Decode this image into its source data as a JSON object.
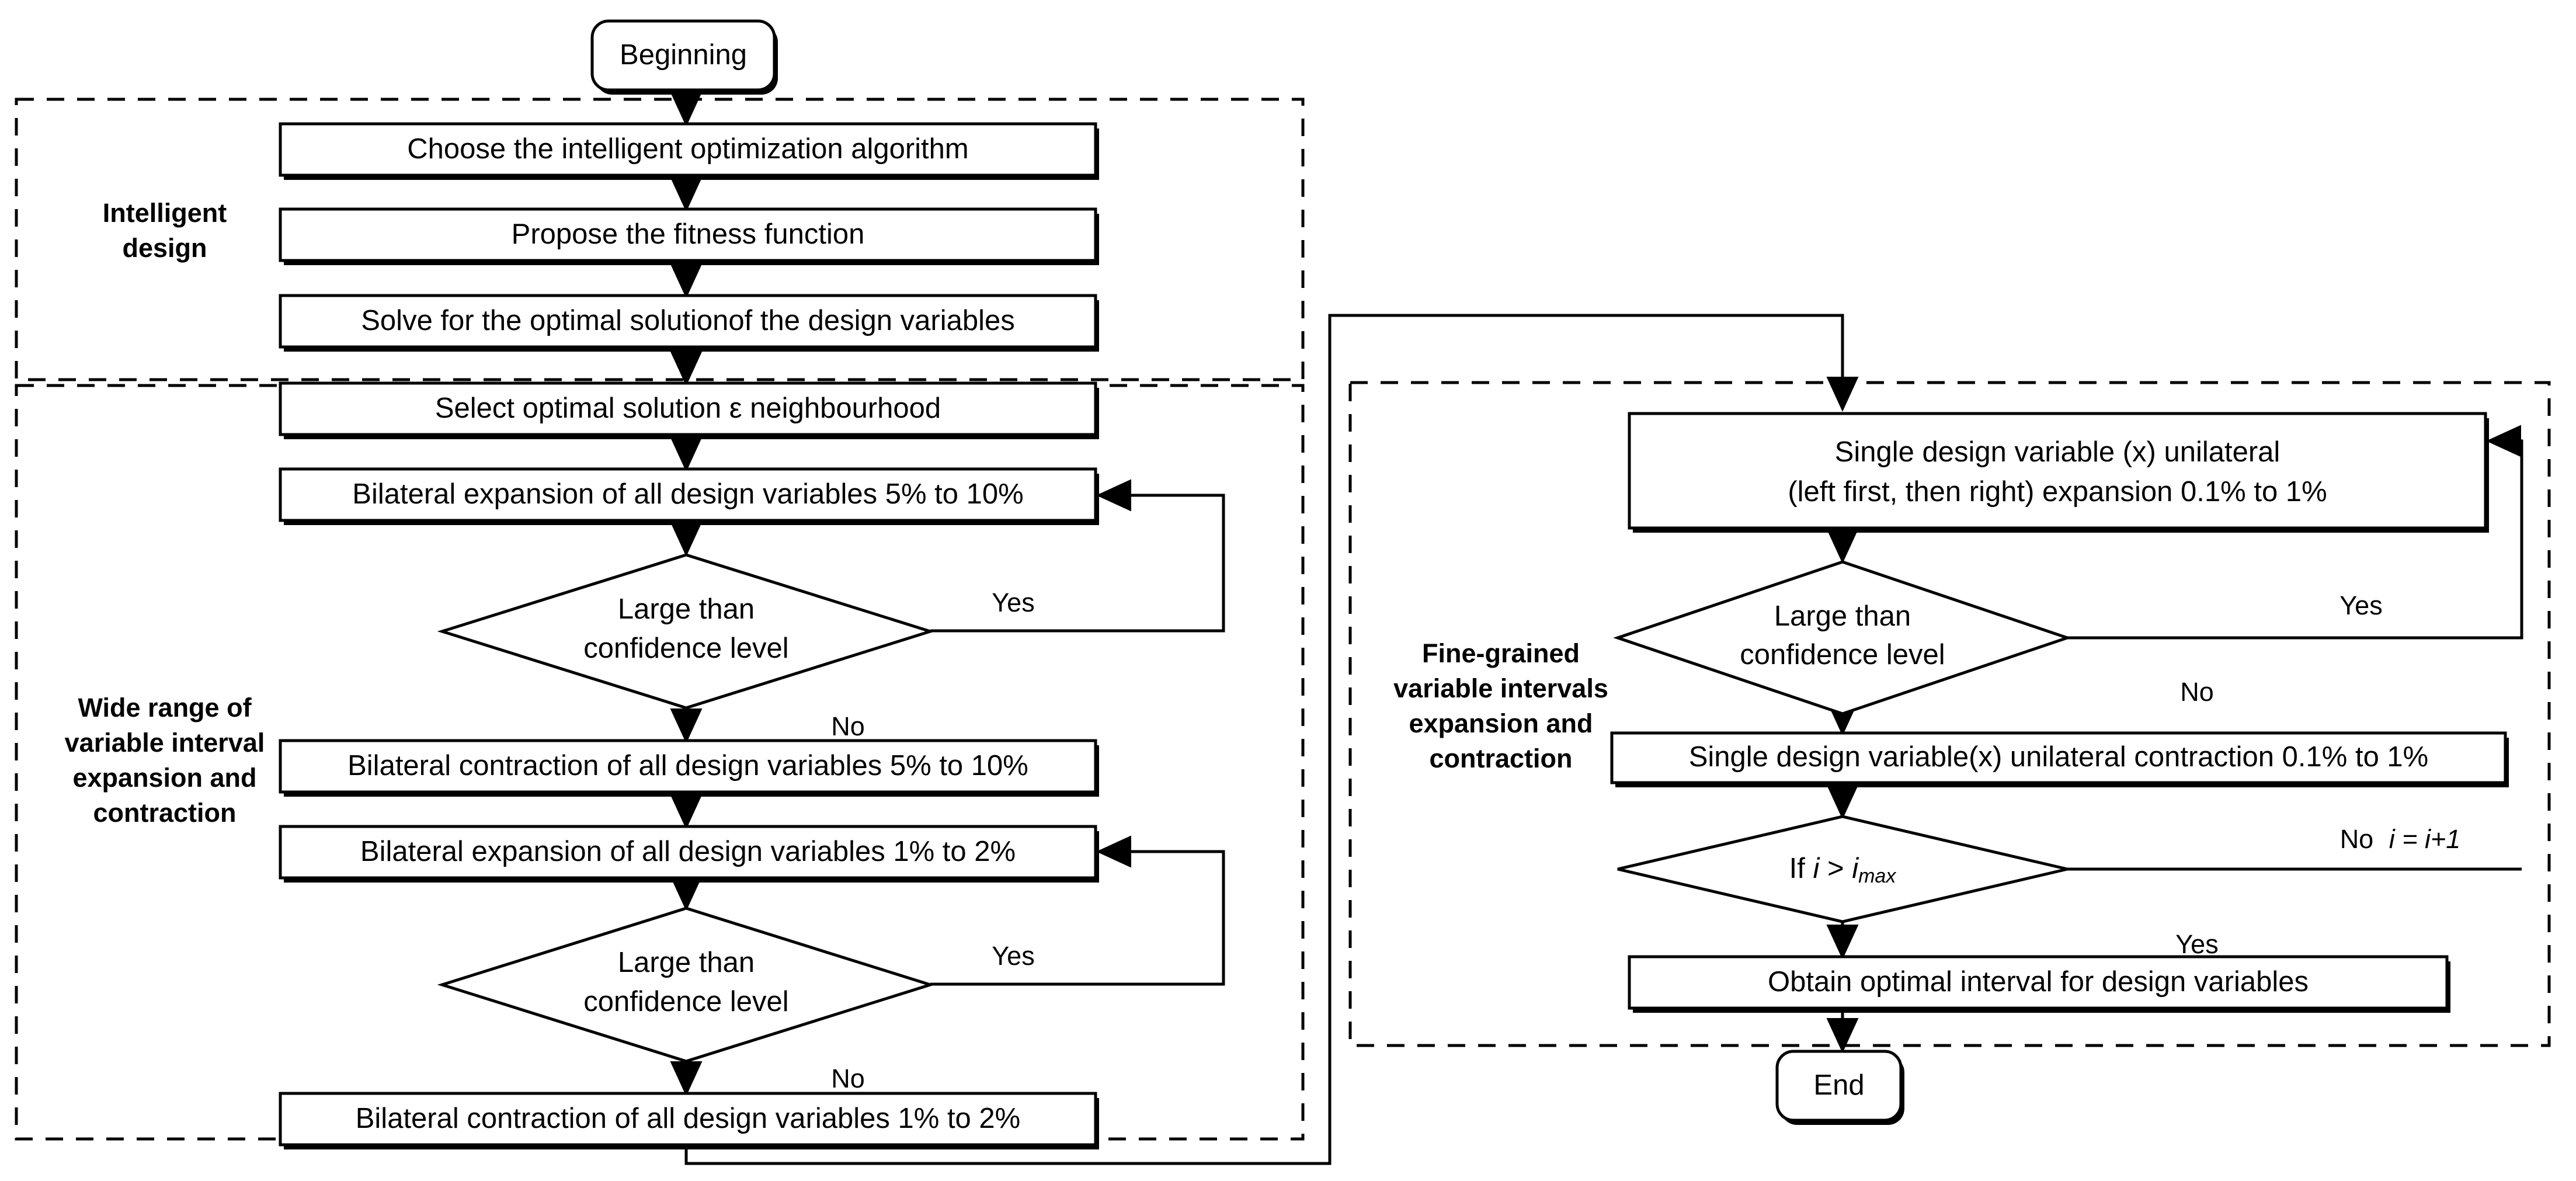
{
  "diagram": {
    "title_present": false,
    "colors": {
      "stroke": "#000000",
      "fill": "#ffffff",
      "background": "#ffffff"
    },
    "groups": [
      {
        "id": "intelligent-design",
        "label": "Intelligent\ndesign",
        "label_lines": [
          "Intelligent",
          "design"
        ]
      },
      {
        "id": "wide-range",
        "label_lines": [
          "Wide range of",
          "variable interval",
          "expansion and",
          "contraction"
        ]
      },
      {
        "id": "fine-grained",
        "label_lines": [
          "Fine-grained",
          "variable intervals",
          "expansion and",
          "contraction"
        ]
      }
    ],
    "nodes": {
      "beginning": {
        "type": "terminator",
        "label": "Beginning"
      },
      "choose_algorithm": {
        "type": "process",
        "label": "Choose the intelligent optimization algorithm"
      },
      "propose_fitness": {
        "type": "process",
        "label": "Propose the fitness function"
      },
      "solve_optimal": {
        "type": "process",
        "label": "Solve for the optimal solutionof the design variables"
      },
      "select_neighbourhood": {
        "type": "process",
        "label": "Select optimal solution ε neighbourhood"
      },
      "bilateral_expansion_5_10": {
        "type": "process",
        "label": "Bilateral expansion of all design variables 5% to 10%"
      },
      "decision_conf_1": {
        "type": "decision",
        "label_lines": [
          "Large than",
          "confidence level"
        ]
      },
      "bilateral_contraction_5_10": {
        "type": "process",
        "label": "Bilateral contraction of all design variables 5% to 10%"
      },
      "bilateral_expansion_1_2": {
        "type": "process",
        "label": "Bilateral expansion of all design variables 1% to 2%"
      },
      "decision_conf_2": {
        "type": "decision",
        "label_lines": [
          "Large than",
          "confidence level"
        ]
      },
      "bilateral_contraction_1_2": {
        "type": "process",
        "label": "Bilateral contraction of all design variables 1% to 2%"
      },
      "single_expansion": {
        "type": "process",
        "label_lines": [
          "Single design variable (x) unilateral",
          "(left first, then right) expansion 0.1% to 1%"
        ]
      },
      "decision_conf_3": {
        "type": "decision",
        "label_lines": [
          "Large than",
          "confidence level"
        ]
      },
      "single_contraction": {
        "type": "process",
        "label": "Single design variable(x) unilateral contraction 0.1% to 1%"
      },
      "decision_imax": {
        "type": "decision",
        "label": "If i > imax",
        "label_parts": {
          "prefix": "If ",
          "var1": "i",
          "op": " > ",
          "var2": "i",
          "sub": "max"
        }
      },
      "obtain_interval": {
        "type": "process",
        "label": "Obtain optimal interval for design variables"
      },
      "end": {
        "type": "terminator",
        "label": "End"
      }
    },
    "edge_labels": {
      "yes1": "Yes",
      "no1": "No",
      "yes2": "Yes",
      "no2": "No",
      "yes3": "Yes",
      "no3": "No",
      "no_increment": {
        "word": "No",
        "expr_i": "i",
        "expr_rest": " = i+1"
      },
      "yes4": "Yes"
    }
  }
}
